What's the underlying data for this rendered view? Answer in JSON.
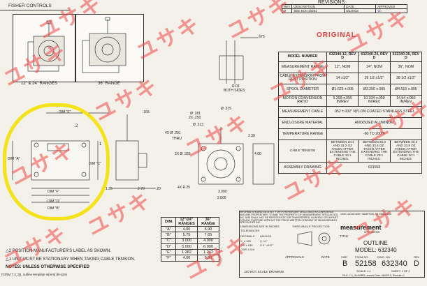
{
  "header": {
    "fisher_controls": "FISHER CONTROLS",
    "revisions": "REVISIONS",
    "rev_cols": [
      "REV",
      "DESCRIPTION",
      "DATE",
      "APPROVED"
    ],
    "rev_row": [
      "D",
      "SEE ECN 10201",
      "5/1/2013",
      "ѡh"
    ]
  },
  "views": {
    "label_12_24": "12\" & 24\" RANGES",
    "label_36": "36\" RANGE",
    "dim_675": ".675",
    "dim_r03": "R.03",
    "both_sides": "BOTH SIDES"
  },
  "original": "ORIGINAL",
  "spec": {
    "headers": [
      "MODEL NUMBER",
      "632340-12, REV D",
      "632340-24, REV D",
      "632340-36, REV D"
    ],
    "rows": [
      {
        "label": "MEASUREMENT RANGE",
        "values": [
          "12\", NOM",
          "24\", NOM",
          "36\", NOM"
        ]
      },
      {
        "label": "CABLE EXTENSION FROM REST POSITION",
        "values": [
          "14 ±1/2\"",
          "26 1/2 ±1/2\"",
          "38 1/2 ±1/2\""
        ]
      },
      {
        "label": "SPOOL DIAMETER",
        "values": [
          "Ø1.625 ±.005",
          "Ø3.250 ±.005",
          "Ø4.615 ±.005"
        ]
      },
      {
        "label": "MOTION CONVERSION RATIO",
        "values": [
          "5.268 ±.050 IN/REV",
          "10.334 ±.050 IN/REV",
          "14.54 ±.050 IN/REV"
        ]
      },
      {
        "label": "MEASUREMENT CABLE",
        "span": ".052 ±.002\" NYLON COATED STAINLESS STEEL"
      },
      {
        "label": "ENCLOSURE MATERIAL",
        "span": "ANODIZED ALUMINUM"
      },
      {
        "label": "TEMPERATURE RANGE",
        "span": "-60 TO 200°F"
      },
      {
        "label": "CABLE TENSION",
        "values": [
          "BETWEEN 20.4 AND 33.2 OZ TAKEN AFTER EXTENDING THE CABLE 10:1 INCHES.",
          "BETWEEN 20.3 AND 33.4 OZ TAKEN AFTER EXTENDING THE CABLE 20:1 INCHES.",
          "BETWEEN 20.3 AND 33.8 OZ TAKEN AFTER EXTENDING THE CABLE 30:1 INCHES."
        ]
      },
      {
        "label": "ASSEMBLY DRAWING",
        "span": "621553"
      }
    ]
  },
  "drawing": {
    "dim_e": "DIM \"E\"",
    "dim_a": "DIM \"A\"",
    "dim_c": "DIM \"C\"",
    "dim_f": "DIM \"F\"",
    "dim_d": "DIM \"D\"",
    "dim_b": "DIM \"B\"",
    "dim_165": ".165",
    "dim_125": "1.25",
    "dim_270": "2.70",
    "dim_20": ".20",
    "dim_375": "Ø .375",
    "dim_281": "Ø .281",
    "dim_250": "2X .250",
    "dim_313": "Ø .313",
    "hole_391": "4X Ø .391",
    "thru": "THRU",
    "hole_329": "2X Ø .329",
    "r25": "4X R.25",
    "dim_300": "3.000",
    "dim_230": "2.30",
    "dim_400": "4.00",
    "dim_200": "2.000",
    "dim_1": "1",
    "dim_2": "2"
  },
  "dim_table": {
    "headers": [
      "DIM",
      "12\"/24\" RANGES",
      "36\" RANGE"
    ],
    "rows": [
      [
        "\"A\"",
        "4.00",
        "5.90"
      ],
      [
        "\"B\"",
        "5.75",
        "7.65"
      ],
      [
        "\"C\"",
        "3.000",
        "4.900"
      ],
      [
        "\"D\"",
        "5.000",
        "6.900"
      ],
      [
        "\"E\"",
        "1.282",
        "1.242"
      ],
      [
        "\"F\"",
        "4.00",
        "5.90"
      ]
    ]
  },
  "notes": {
    "note2": "POSITION MANUFACTURER'S LABEL AS SHOWN.",
    "note1": "UNIT MUST BE STATIONARY WHEN TAKING CABLE TENSION.",
    "heading": "NOTES: UNLESS OTHERWISE SPECIFIED",
    "form": "FORM 7.3_35, outline template in[mm] (B-size)"
  },
  "title_block": {
    "proprietary": "INFORMATION AND DATA SET FORTH HEREIN ARE DISCLOSED IN CONFIDENCE AND ARE PROPRIETARY TO AND THE PROPERTY OF MEASUREMENT SPECIALTIES, INC. AND SHALL NOT BE REPRODUCED OR TRANSFERRED, IN WHOLE OR IN PART, FOR ANY PURPOSE WITHOUT THE PRIOR WRITTEN CONSENT OF MEASUREMENT SPECIALTIES INC.",
    "dims_in": "DIMENSIONS ARE IN INCHES",
    "tolerances": "TOLERANCES",
    "third_angle": "THIRD ANGLE PROJECTION",
    "decimals": "DECIMALS",
    "angles": "ANGLES",
    "tol_lines": [
      "X. ±.125",
      ".XX ±.030",
      ".XXX ±.010"
    ],
    "deg_lines": [
      "X. ±1°",
      "X.X° ±1/2°"
    ],
    "do_not_scale": "DO NOT SCALE DRAWING",
    "approvals": "APPROVALS",
    "date_col": "DATE",
    "title_label": "TITLE",
    "brand": "measurement",
    "brand_sub": "SPECIALTIES",
    "address": "1000 LUCAS WAY, HAMPTON, VA 23666 USA",
    "title_line1": "OUTLINE",
    "title_line2": "MODEL: 632340",
    "size_label": "SIZE",
    "fscm_label": "FSCM NO.",
    "dwg_label": "DWG. NO.",
    "rev_label": "REV",
    "size": "B",
    "fscm": "52158",
    "dwg": "632340",
    "rev": "D",
    "scale": "SCALE: 1:1",
    "sheet": "SHEET 1 OF 2",
    "file": "FILE: 7.3_35 A4/B B, Issued Date: 06/02/13, Revision C"
  },
  "watermark": "ユサキ",
  "colors": {
    "highlight": "#f4e31a",
    "watermark": "#f24646",
    "original": "#e23b3b"
  }
}
